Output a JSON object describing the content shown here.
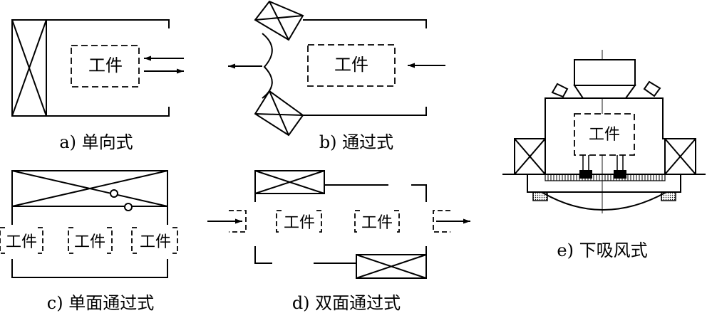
{
  "diagram": {
    "workpiece_label": "工件",
    "panels": {
      "a": {
        "caption": "a) 单向式"
      },
      "b": {
        "caption": "b) 通过式"
      },
      "c": {
        "caption": "c) 单面通过式"
      },
      "d": {
        "caption": "d) 双面通过式"
      },
      "e": {
        "caption": "e) 下吸风式"
      }
    }
  }
}
